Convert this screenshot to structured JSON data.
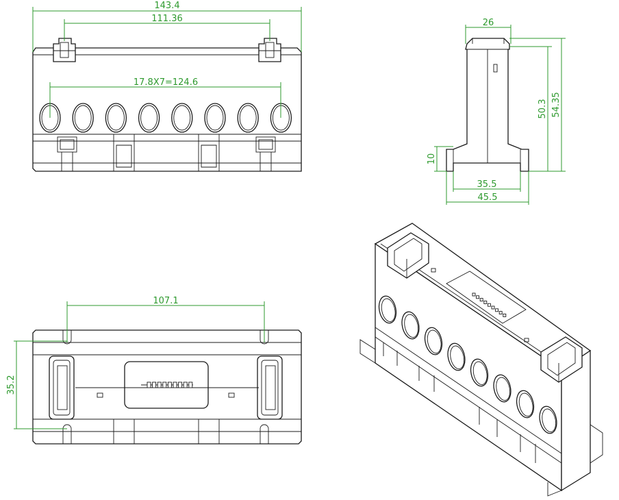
{
  "dimensions": {
    "overall_width": "143.4",
    "clip_spacing": "111.36",
    "hole_pitch": "17.8X7=124.6",
    "top_width": "26",
    "height_inner": "50.3",
    "height_outer": "54.35",
    "foot_height": "10",
    "base_inner": "35.5",
    "base_outer": "45.5",
    "slot_spacing": "107.1",
    "slot_depth": "35.2"
  },
  "colors": {
    "line": "#1a1a1a",
    "dimension": "#2e9a2e",
    "background": "#ffffff"
  },
  "views": [
    "front-view",
    "side-view",
    "bottom-view",
    "isometric-view"
  ]
}
